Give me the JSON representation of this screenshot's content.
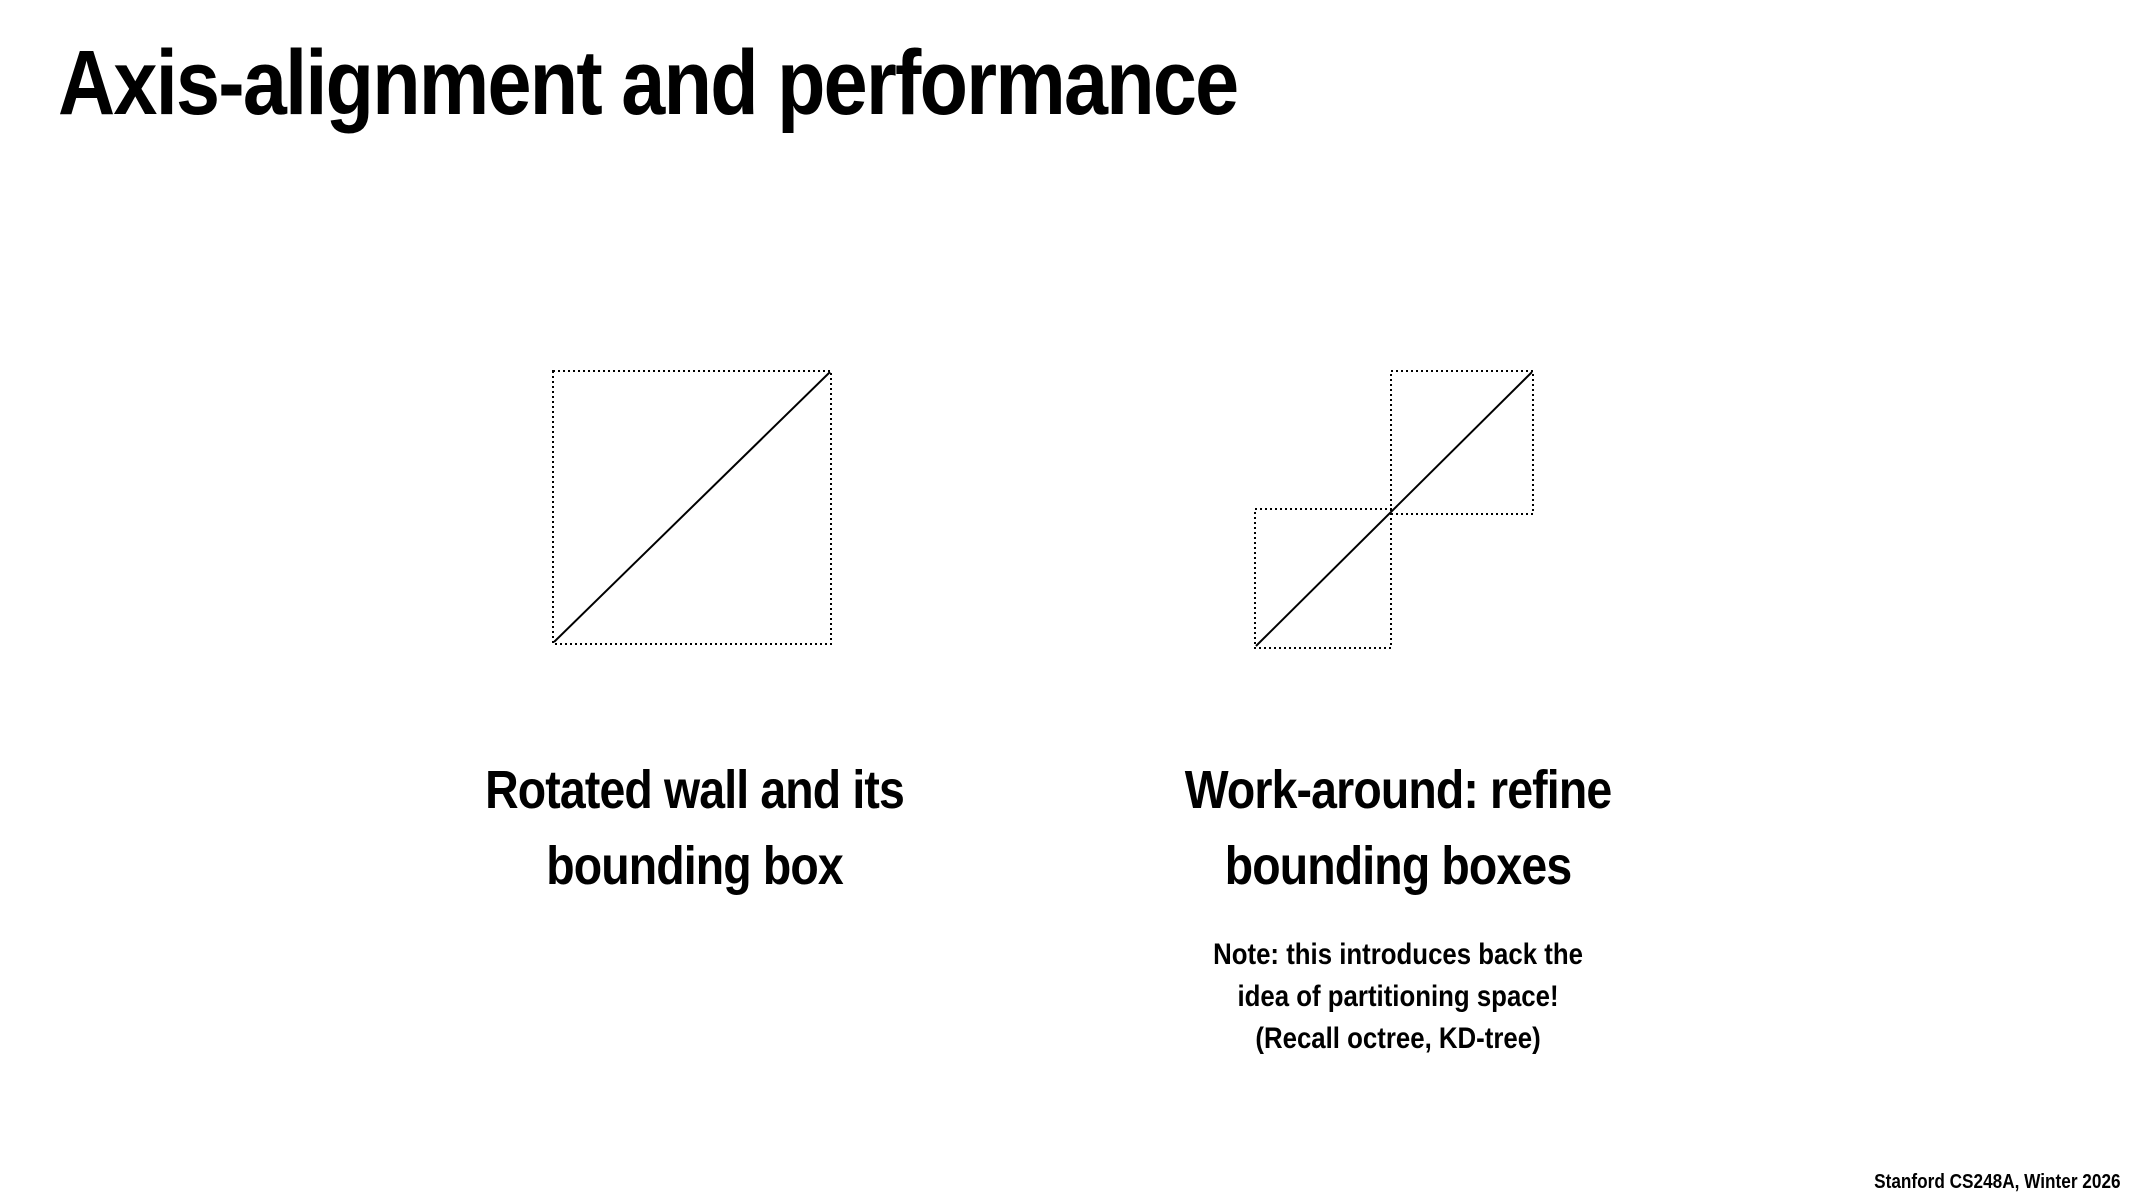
{
  "slide": {
    "title": "Axis-alignment and performance",
    "footer": "Stanford CS248A, Winter 2026"
  },
  "left_figure": {
    "caption_line1": "Rotated wall and its",
    "caption_line2": "bounding box"
  },
  "right_figure": {
    "caption_line1": "Work-around: refine",
    "caption_line2": "bounding boxes",
    "note_line1": "Note: this introduces back the",
    "note_line2": "idea of partitioning space!",
    "note_line3": "(Recall octree, KD-tree)"
  },
  "colors": {
    "background": "#ffffff",
    "text": "#000000",
    "wall_line": "#000000",
    "bbox_dotted": "#000000"
  }
}
